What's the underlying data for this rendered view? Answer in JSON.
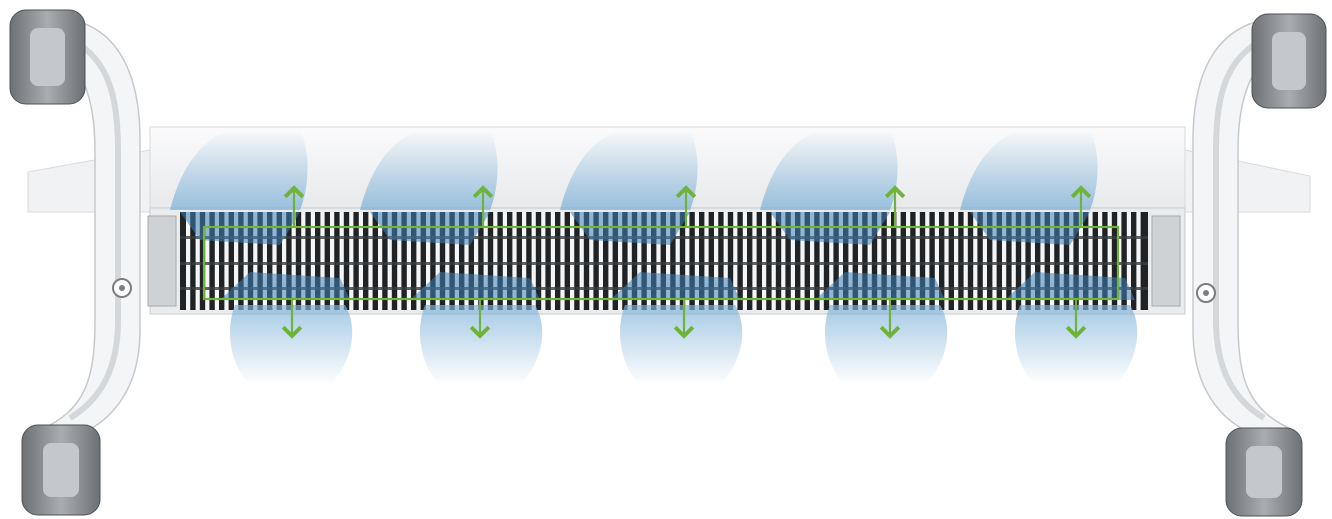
{
  "image": {
    "subject": "bottom-view-of-convector-heater-on-castor-feet",
    "background": "#ffffff",
    "colors": {
      "frame": "#f4f5f6",
      "frame_edge": "#c9ccd0",
      "grille_dark": "#202326",
      "grille_slat": "#f7f7f7",
      "castor_gray": "#8f9296",
      "castor_dark": "#5a5d61",
      "airflow_blue": "#7fb2d9",
      "airflow_fill": "#3f7fb5",
      "arrow_green": "#6fb33a",
      "outline_green": "#6fb33a"
    },
    "airflow_arrows": {
      "up_count": 5,
      "down_count": 5
    },
    "castors": 4
  }
}
